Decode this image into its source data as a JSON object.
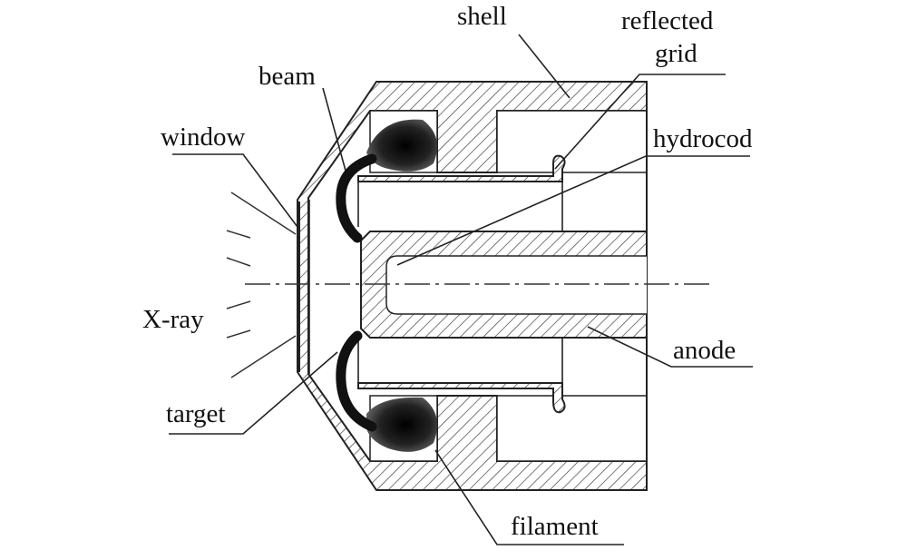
{
  "labels": {
    "shell": "shell",
    "reflected_line1": "reflected",
    "reflected_line2": "grid",
    "beam": "beam",
    "window": "window",
    "hydrocod": "hydrocod",
    "xray": "X-ray",
    "anode": "anode",
    "target": "target",
    "filament": "filament"
  },
  "colors": {
    "line": "#222222",
    "hatch": "#333333",
    "beam": "#111111",
    "background": "#ffffff"
  }
}
